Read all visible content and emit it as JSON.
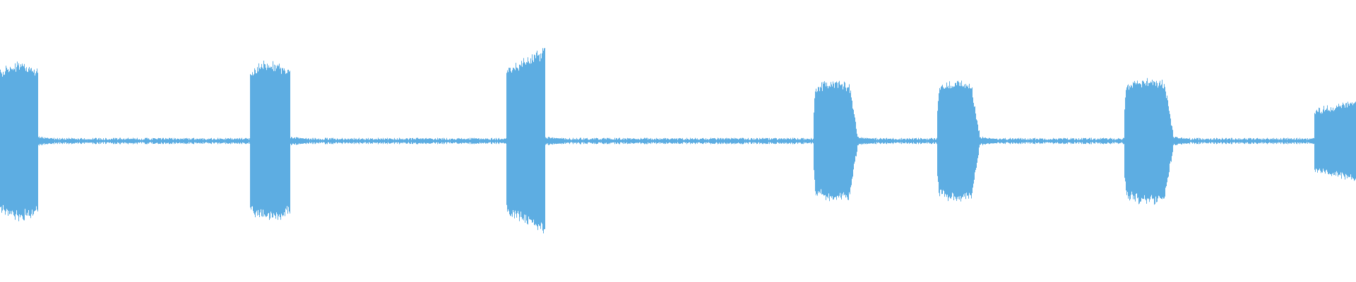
{
  "waveform": {
    "color": "#5dade2",
    "background": "#ffffff",
    "duration_s": 1.0,
    "noise_floor": 0.015,
    "bursts": [
      {
        "start": 0.0,
        "end": 0.028,
        "peak": 0.56,
        "shape": "sustain",
        "edge": "sharp"
      },
      {
        "start": 0.184,
        "end": 0.214,
        "peak": 0.56,
        "shape": "sustain",
        "edge": "sharp"
      },
      {
        "start": 0.373,
        "end": 0.402,
        "peak": 0.66,
        "shape": "rising",
        "edge": "sharp"
      },
      {
        "start": 0.6,
        "end": 0.632,
        "peak": 0.42,
        "shape": "sustain",
        "edge": "soft"
      },
      {
        "start": 0.691,
        "end": 0.722,
        "peak": 0.42,
        "shape": "sustain",
        "edge": "soft"
      },
      {
        "start": 0.829,
        "end": 0.865,
        "peak": 0.44,
        "shape": "sustain",
        "edge": "soft"
      },
      {
        "start": 0.969,
        "end": 1.0,
        "peak": 0.28,
        "shape": "rising",
        "edge": "sharp"
      }
    ]
  }
}
